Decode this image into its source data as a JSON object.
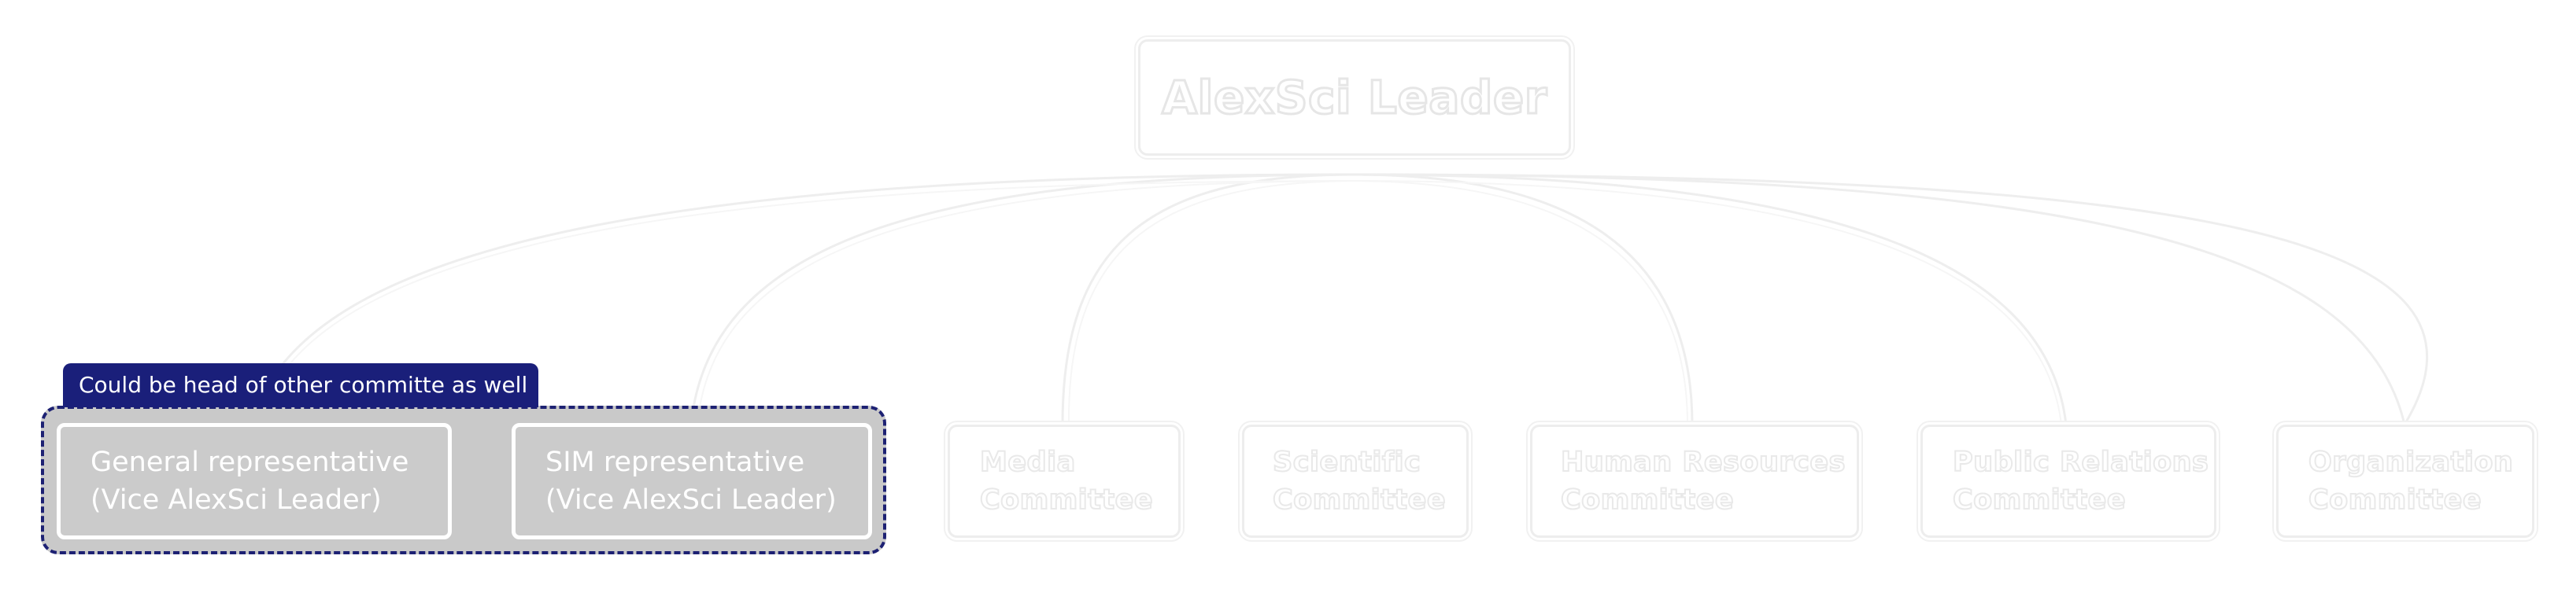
{
  "diagram": {
    "root": {
      "label": "AlexSci Leader"
    },
    "note": {
      "label": "Could be head of other committe as well"
    },
    "representatives": [
      {
        "id": "general",
        "label": "General representative\n(Vice AlexSci Leader)"
      },
      {
        "id": "sim",
        "label": "SIM representative\n(Vice AlexSci Leader)"
      }
    ],
    "committees": [
      {
        "id": "media",
        "label": "Media\nCommittee"
      },
      {
        "id": "scientific",
        "label": "Scientific\nCommittee"
      },
      {
        "id": "hr",
        "label": "Human Resources\nCommittee"
      },
      {
        "id": "pr",
        "label": "Public Relations\nCommittee"
      },
      {
        "id": "organization",
        "label": "Organization\nCommittee"
      }
    ]
  },
  "colors": {
    "note_bg": "#1a1f7a",
    "group_border": "#1d2173",
    "group_fill": "#c9c9c9",
    "ghost_outline": "#ececec"
  }
}
